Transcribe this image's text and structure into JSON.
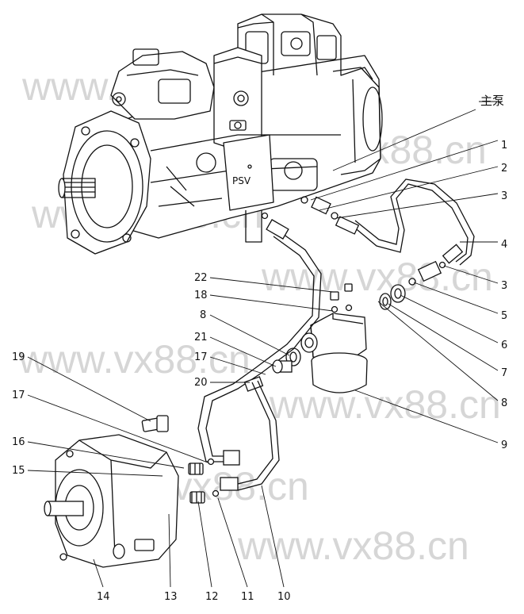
{
  "watermark": {
    "text": "www.vx88.cn",
    "color": "#d6d6d6"
  },
  "labels": {
    "main_pump": "主泵",
    "psv": "PSV",
    "callouts": [
      "1",
      "2",
      "3",
      "4",
      "3",
      "5",
      "6",
      "7",
      "8",
      "9",
      "22",
      "18",
      "8",
      "21",
      "17",
      "20",
      "19",
      "17",
      "16",
      "15",
      "14",
      "13",
      "12",
      "11",
      "10"
    ]
  },
  "colors": {
    "line": "#111111",
    "background": "#ffffff"
  }
}
